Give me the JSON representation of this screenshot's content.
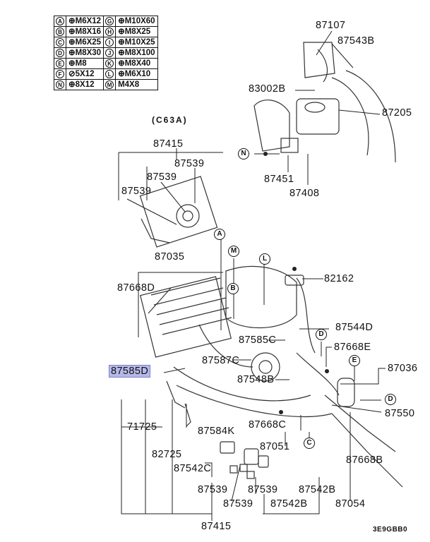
{
  "legend": {
    "rows": [
      {
        "k1": "A",
        "v1": "⊕M6X12",
        "k2": "G",
        "v2": "⊕M10X60"
      },
      {
        "k1": "B",
        "v1": "⊕M8X16",
        "k2": "H",
        "v2": "⊕M8X25"
      },
      {
        "k1": "C",
        "v1": "⊕M6X25",
        "k2": "I",
        "v2": "⊕M10X25"
      },
      {
        "k1": "D",
        "v1": "⊕M8X30",
        "k2": "J",
        "v2": "⊕M8X100"
      },
      {
        "k1": "E",
        "v1": "⊕M8",
        "k2": "K",
        "v2": "⊕M8X40"
      },
      {
        "k1": "F",
        "v1": "⊘5X12",
        "k2": "L",
        "v2": "⊕M6X10"
      },
      {
        "k1": "N",
        "v1": "⊕8X12",
        "k2": "M",
        "v2": "M4X8"
      }
    ]
  },
  "model_code": "(C63A)",
  "labels": {
    "p87107": "87107",
    "p87543B": "87543B",
    "p83002B": "83002B",
    "p87205": "87205",
    "p87451": "87451",
    "p87408": "87408",
    "p87415_top": "87415",
    "p87539_a": "87539",
    "p87539_b": "87539",
    "p87539_c": "87539",
    "p87035": "87035",
    "p87668D": "87668D",
    "p82162": "82162",
    "p87544D": "87544D",
    "p87585C": "87585C",
    "p87668E": "87668E",
    "p87036": "87036",
    "p87587C": "87587C",
    "p87585D": "87585D",
    "p87548B": "87548B",
    "p87550": "87550",
    "p71725": "71725",
    "p87584K": "87584K",
    "p87668C": "87668C",
    "p82725": "82725",
    "p87051": "87051",
    "p87542C": "87542C",
    "p87668B": "87668B",
    "p87539_d": "87539",
    "p87539_e": "87539",
    "p87542B_a": "87542B",
    "p87539_f": "87539",
    "p87542B_b": "87542B",
    "p87054": "87054",
    "p87415_bottom": "87415"
  },
  "callouts": {
    "A": "A",
    "M": "M",
    "L": "L",
    "B": "B",
    "D1": "D",
    "E": "E",
    "D2": "D",
    "C": "C",
    "N": "N"
  },
  "diagram_code": "3E9GBB0",
  "highlight_color": "#b6b9e8"
}
